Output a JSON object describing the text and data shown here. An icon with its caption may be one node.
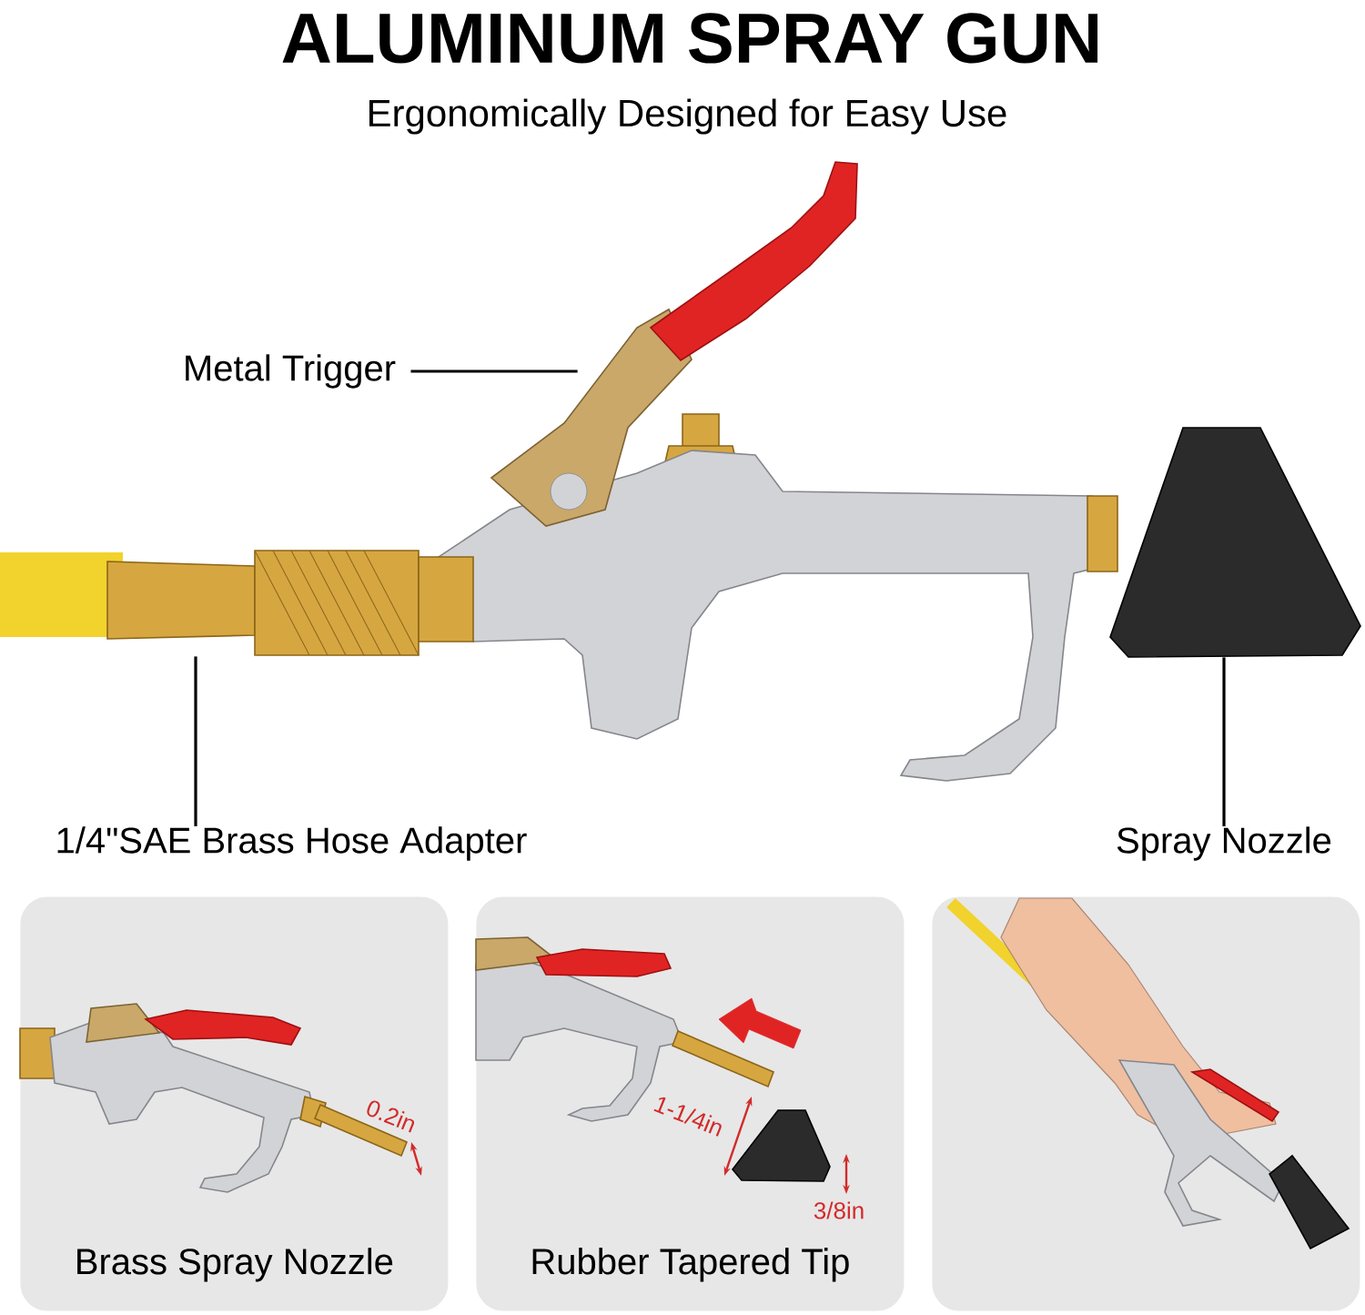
{
  "diagram": {
    "title": "ALUMINUM SPRAY GUN",
    "nodes": [
      {
        "text": [
          "Metal Trigger"
        ]
      },
      {
        "text": [],
        "shape": "picture"
      },
      {
        "text": [
          "1/4\"SAE Brass Hose Adapter"
        ]
      },
      {
        "text": [],
        "shape": "picture"
      },
      {
        "text": [
          "Spray Nozzle"
        ]
      },
      {
        "text": [],
        "shape": "picture"
      },
      {
        "text": [
          "Brass Spray Nozzle"
        ]
      },
      {
        "text": [
          "Rubber Tapered Tip"
        ]
      },
      {
        "text": [],
        "shape": "picture"
      }
    ],
    "edges": [
      {
        "from": 0,
        "to": 1,
        "arrow": "none"
      },
      {
        "from": 2,
        "to": 3,
        "arrow": "none"
      },
      {
        "from": 4,
        "to": 5,
        "arrow": "none"
      }
    ],
    "labels": [
      "Ergonomically Designed for Easy Use",
      "0.2in",
      "1-1/4in",
      "3/8in"
    ]
  }
}
